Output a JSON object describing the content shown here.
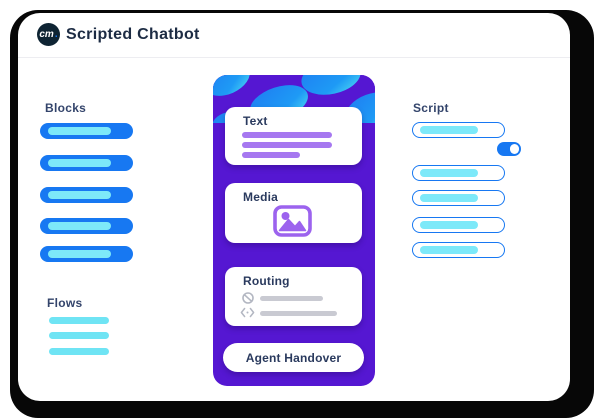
{
  "window": {
    "logo_text": "cm",
    "logo_dot": ".",
    "title": "Scripted Chatbot"
  },
  "left_panel": {
    "blocks_label": "Blocks",
    "block_count": 5,
    "flows_label": "Flows",
    "flow_count": 3
  },
  "canvas": {
    "text_card_label": "Text",
    "media_card_label": "Media",
    "routing_card_label": "Routing",
    "handover_label": "Agent Handover"
  },
  "right_panel": {
    "script_label": "Script",
    "script_count": 5,
    "toggle_state": "on"
  },
  "colors": {
    "accent_blue": "#1778F2",
    "cyan": "#6FE4F4",
    "light_cyan": "#7DE9F9",
    "panel_purple": "#5517D2",
    "bar_purple": "#A678F0",
    "icon_purple": "#9C63EE",
    "navy_text": "#1D2C44",
    "gray_bar": "#C9CAD2",
    "frame_black": "#070707"
  }
}
